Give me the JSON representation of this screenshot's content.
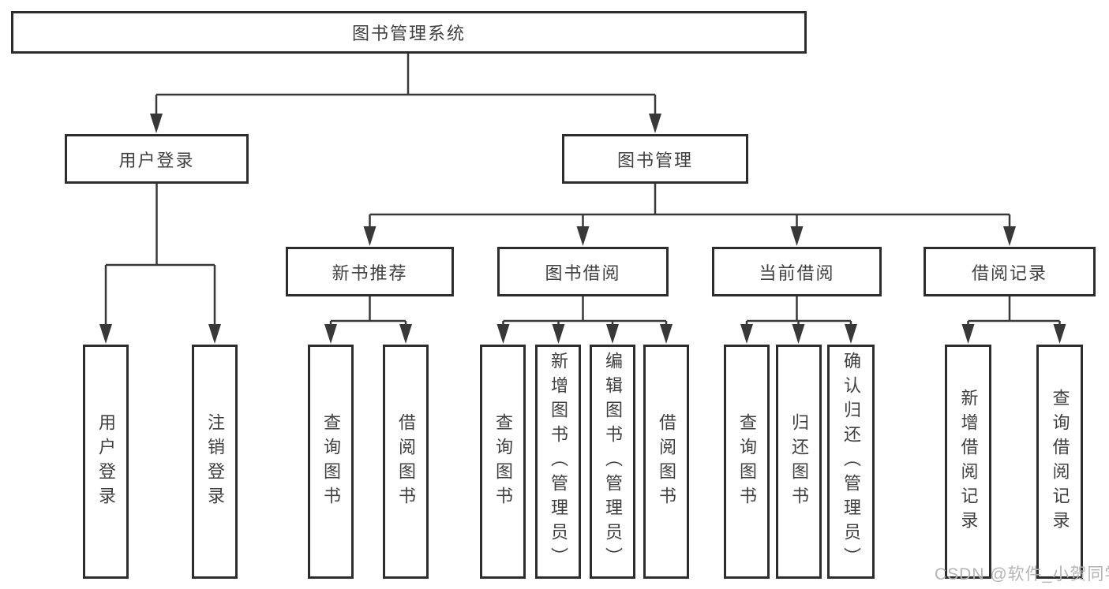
{
  "diagram_title": "图书管理系统",
  "nodes": {
    "root": "图书管理系统",
    "user_login": "用户登录",
    "book_management": "图书管理",
    "new_book_recommend": "新书推荐",
    "book_borrowing": "图书借阅",
    "current_borrowing": "当前借阅",
    "borrowing_records": "借阅记录",
    "leaf_user_login": "用户登录",
    "leaf_logout": "注销登录",
    "leaf_query_books_recommend": "查询图书",
    "leaf_borrow_books_recommend": "借阅图书",
    "leaf_query_books_borrowing": "查询图书",
    "leaf_add_books_admin": "新增图书（管理员）",
    "leaf_edit_books_admin": "编辑图书（管理员）",
    "leaf_borrow_books_borrowing": "借阅图书",
    "leaf_query_books_current": "查询图书",
    "leaf_return_books": "归还图书",
    "leaf_confirm_return_admin": "确认归还（管理员）",
    "leaf_add_borrow_record": "新增借阅记录",
    "leaf_query_borrow_record": "查询借阅记录"
  },
  "hierarchy": {
    "图书管理系统": {
      "用户登录": [
        "用户登录",
        "注销登录"
      ],
      "图书管理": {
        "新书推荐": [
          "查询图书",
          "借阅图书"
        ],
        "图书借阅": [
          "查询图书",
          "新增图书（管理员）",
          "编辑图书（管理员）",
          "借阅图书"
        ],
        "当前借阅": [
          "查询图书",
          "归还图书",
          "确认归还（管理员）"
        ],
        "借阅记录": [
          "新增借阅记录",
          "查询借阅记录"
        ]
      }
    }
  },
  "watermark": "CSDN @软件_小贺同学",
  "colors": {
    "line": "#383838",
    "box_border": "#2d2d2d",
    "text": "#404040",
    "watermark": "#b5b5b5",
    "background": "#ffffff"
  }
}
